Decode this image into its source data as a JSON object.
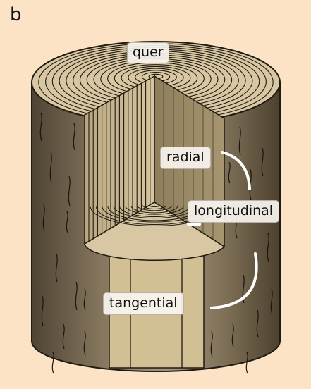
{
  "figure": {
    "panel_letter": "b",
    "labels": {
      "cross": "quer",
      "radial": "radial",
      "longitudinal": "longitudinal",
      "tangential": "tangential"
    }
  }
}
